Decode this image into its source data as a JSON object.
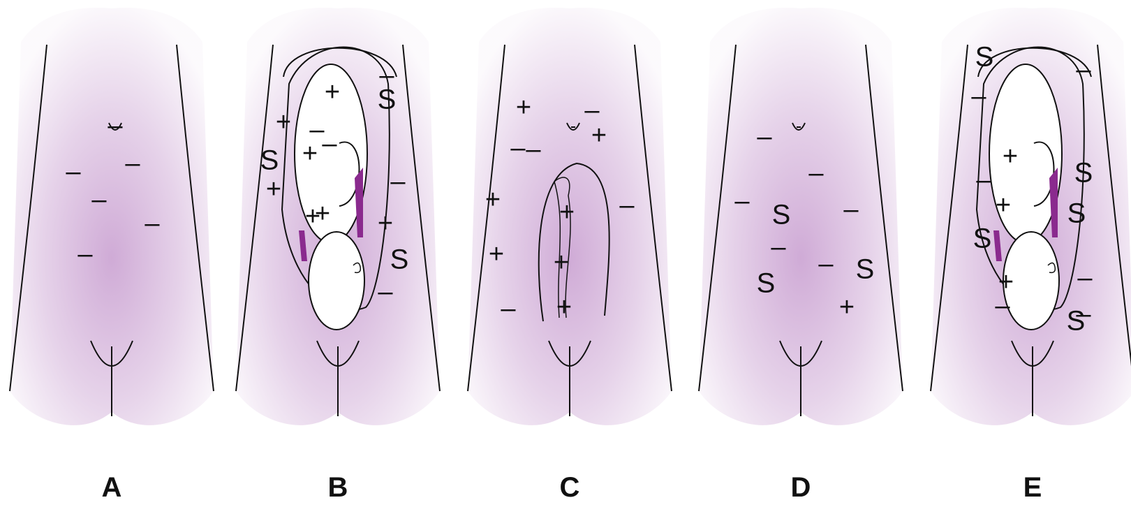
{
  "colors": {
    "body_tint": "#c79ccf",
    "placenta": "#8a2a8e",
    "outline": "#111111",
    "background": "#ffffff"
  },
  "legend_symbols": {
    "plus": "+",
    "minus": "–",
    "s": "S"
  },
  "panels": [
    {
      "letter": "A",
      "has_fetus": false,
      "has_placenta_mass": false,
      "has_umbilicus": true,
      "marks": [
        "–",
        "–",
        "–",
        "–",
        "–",
        "–"
      ]
    },
    {
      "letter": "B",
      "has_fetus": true,
      "has_placenta_mass": false,
      "has_umbilicus": false,
      "marks": [
        "+",
        "+",
        "+",
        "+",
        "S",
        "+",
        "–",
        "–",
        "–",
        "S",
        "+",
        "–",
        "+",
        "S",
        "–"
      ]
    },
    {
      "letter": "C",
      "has_fetus": false,
      "has_placenta_mass": true,
      "has_umbilicus": true,
      "marks": [
        "+",
        "–",
        "+",
        "–",
        "–",
        "–",
        "+",
        "+",
        "+",
        "+",
        "–",
        "+"
      ]
    },
    {
      "letter": "D",
      "has_fetus": false,
      "has_placenta_mass": false,
      "has_umbilicus": true,
      "marks": [
        "–",
        "–",
        "–",
        "S",
        "–",
        "–",
        "S",
        "–",
        "S",
        "+"
      ]
    },
    {
      "letter": "E",
      "has_fetus": true,
      "has_placenta_mass": false,
      "has_umbilicus": false,
      "marks": [
        "S",
        "–",
        "–",
        "S",
        "+",
        "+",
        "+",
        "–",
        "S",
        "–",
        "S",
        "–",
        "S",
        "–"
      ]
    }
  ]
}
